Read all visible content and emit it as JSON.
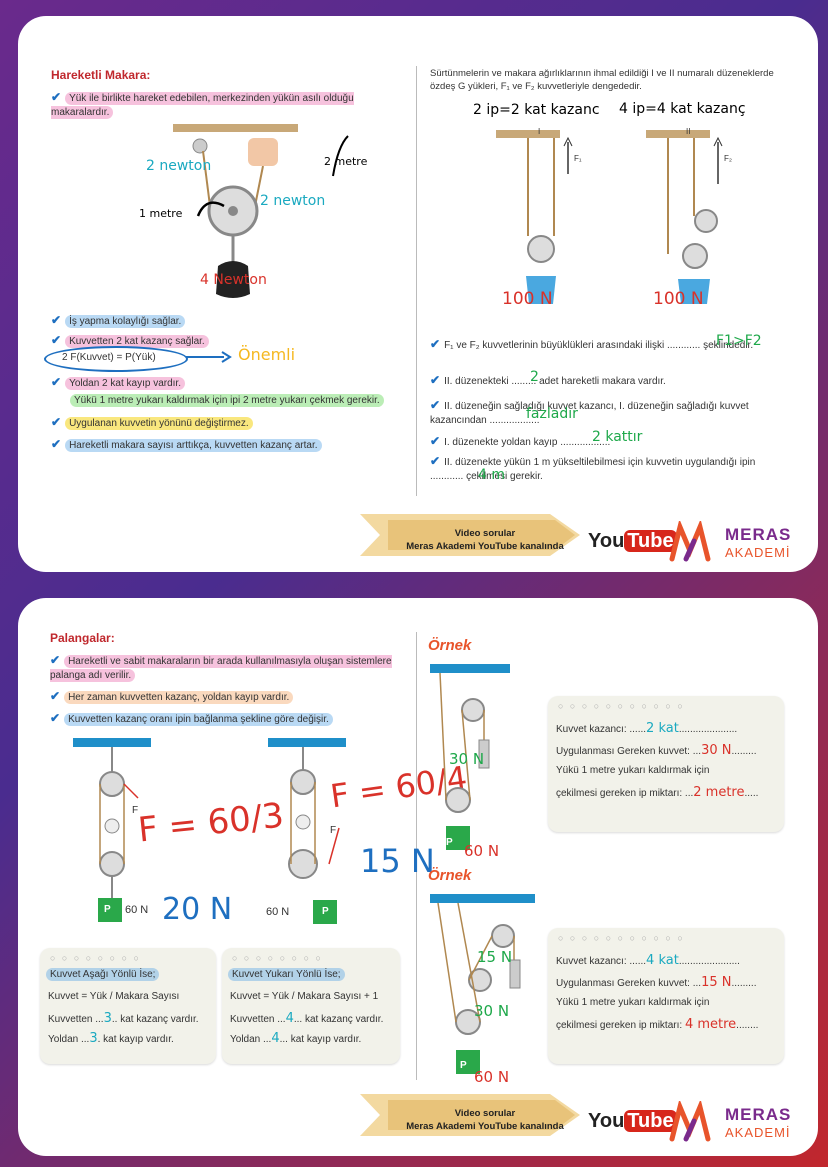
{
  "top": {
    "left": {
      "title": "Hareketli Makara:",
      "intro": "Yük ile birlikte hareket edebilen, merkezinden yükün asılı olduğu makaralardır.",
      "figure_labels": {
        "left_force": "2 newton",
        "right_force": "2 newton",
        "right_dist": "2 metre",
        "left_dist": "1 metre",
        "weight": "4 Newton"
      },
      "bullets": [
        "İş yapma kolaylığı sağlar.",
        "Kuvvetten 2 kat kazanç sağlar.",
        "Yoldan 2 kat kayıp vardır.",
        "Yükü 1 metre yukarı kaldırmak için ipi 2 metre yukarı çekmek gerekir.",
        "Uygulanan kuvvetin yönünü değiştirmez.",
        "Hareketli makara sayısı arttıkça, kuvvetten kazanç artar."
      ],
      "formula": {
        "lhs": "2 F(Kuvvet) =",
        "rhs": "P(Yük)",
        "note": "Önemli"
      }
    },
    "right": {
      "intro": "Sürtünmelerin ve makara ağırlıklarının ihmal edildiği I ve II numaralı düzeneklerde özdeş G yükleri, F₁ ve F₂ kuvvetleriyle dengededir.",
      "left_note": "2 ip=2 kat kazanc",
      "right_note": "4 ip=4 kat kazanç",
      "label_I": "I",
      "label_II": "II",
      "F1": "F₁",
      "F2": "F₂",
      "load_left": "100 N",
      "load_right": "100 N",
      "questions": [
        {
          "text": "F₁ ve F₂ kuvvetlerinin büyüklükleri arasındaki ilişki ............ şeklindedir.",
          "answer": "F1>F2"
        },
        {
          "text": "II. düzenekteki ......... adet hareketli makara vardır.",
          "answer": "2"
        },
        {
          "text": "II. düzeneğin sağladığı kuvvet kazancı, I. düzeneğin sağladığı kuvvet kazancından ..................",
          "answer": "fazladır"
        },
        {
          "text": "I. düzenekte yoldan kayıp ..................",
          "answer": "2 kattır"
        },
        {
          "text": "II. düzenekte yükün 1 m yükseltilebilmesi için kuvvetin uygulandığı ipin ............ çekilmesi gerekir.",
          "answer": "4 m"
        }
      ]
    }
  },
  "bottom": {
    "left": {
      "title": "Palangalar:",
      "bullets": [
        "Hareketli ve sabit makaraların bir arada kullanılmasıyla oluşan sistemlere palanga adı verilir.",
        "Her zaman kuvvetten kazanç, yoldan kayıp vardır.",
        "Kuvvetten kazanç oranı ipin bağlanma şekline göre değişir."
      ],
      "fig1": {
        "force": "F",
        "weight": "60 N",
        "weight_label": "P",
        "hand_formula": "F = 60/3",
        "hand_result": "20 N"
      },
      "fig2": {
        "force": "F",
        "weight": "60 N",
        "weight_label": "P",
        "hand_formula": "F = 60/4",
        "hand_result": "15 N"
      },
      "note1": {
        "title": "Kuvvet Aşağı Yönlü İse;",
        "line1": "Kuvvet = Yük / Makara Sayısı",
        "line2a": "Kuvvetten ...",
        "line2b": ".. kat kazanç vardır.",
        "ans2": "3",
        "line3a": "Yoldan ...",
        "line3b": ". kat kayıp vardır.",
        "ans3": "3"
      },
      "note2": {
        "title": "Kuvvet Yukarı Yönlü İse;",
        "line1": "Kuvvet = Yük / Makara Sayısı + 1",
        "line2a": "Kuvvetten ...",
        "line2b": "... kat kazanç vardır.",
        "ans2": "4",
        "line3a": "Yoldan ...",
        "line3b": "... kat kayıp vardır.",
        "ans3": "4"
      }
    },
    "right": {
      "example_label": "Örnek",
      "ex1": {
        "force": "30 N",
        "weight": "60 N",
        "weight_label": "P",
        "q1": "Kuvvet kazancı: ......",
        "a1": "2 kat",
        "q2": "Uygulanması Gereken kuvvet: ...",
        "a2": "30 N",
        "q3a": "Yükü 1 metre yukarı kaldırmak için",
        "q3b": "çekilmesi gereken ip miktarı: ...",
        "a3": "2 metre"
      },
      "ex2": {
        "force_top": "15 N",
        "force_mid": "30 N",
        "weight": "60 N",
        "weight_label": "P",
        "q1": "Kuvvet kazancı: ......",
        "a1": "4 kat",
        "q2": "Uygulanması Gereken kuvvet: ...",
        "a2": "15 N",
        "q3a": "Yükü 1 metre yukarı kaldırmak için",
        "q3b": "çekilmesi gereken ip miktarı: ",
        "a3": "4 metre"
      }
    }
  },
  "footer": {
    "video_line1": "Video sorular",
    "video_line2": "Meras Akademi YouTube kanalında",
    "youtube_you": "You",
    "youtube_tube": "Tube",
    "brand_top": "MERAS",
    "brand_bottom": "AKADEMİ"
  },
  "colors": {
    "title_red": "#c0282d",
    "check_blue": "#1e6fc0",
    "answer_green": "#1ea84a",
    "answer_red": "#d9322a",
    "pen_blue": "#1e6fc0"
  }
}
